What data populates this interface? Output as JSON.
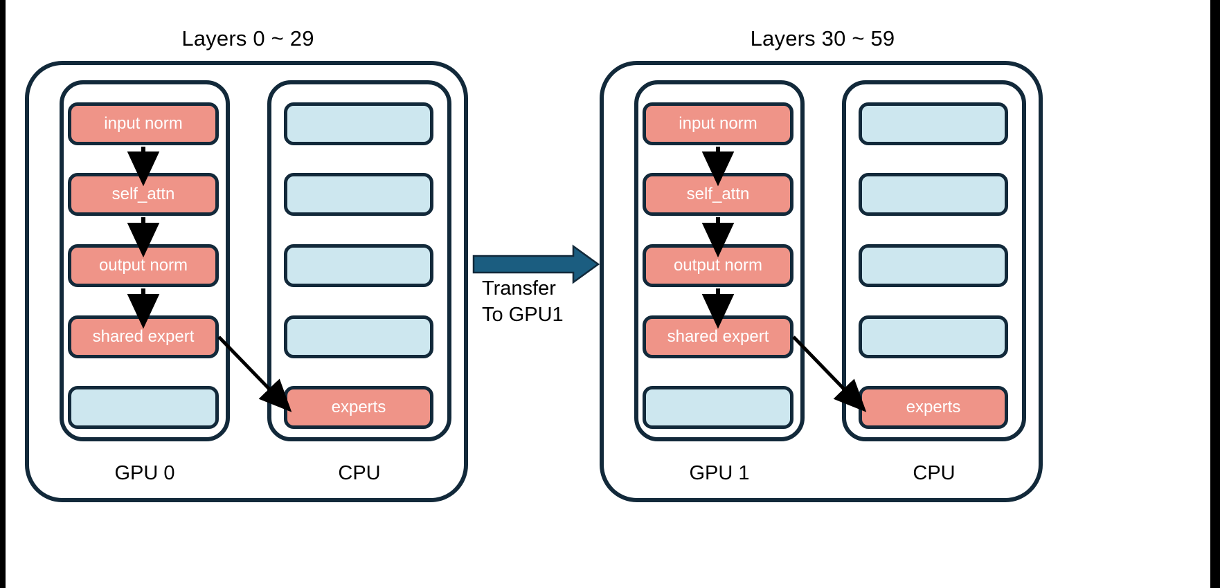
{
  "figure": {
    "background": "#ffffff",
    "frame_color": "#000000",
    "border_color": "#12293a",
    "active_color": "#ef9488",
    "inactive_color": "#cde7ef",
    "transfer_arrow_color": "#1b5d80",
    "flow_arrow_color": "#000000"
  },
  "groups": [
    {
      "title": "Layers 0 ~ 29",
      "devices": [
        {
          "label": "GPU 0",
          "slots": [
            {
              "text": "input norm",
              "state": "pink"
            },
            {
              "text": "self_attn",
              "state": "pink"
            },
            {
              "text": "output norm",
              "state": "pink"
            },
            {
              "text": "shared expert",
              "state": "pink"
            },
            {
              "text": "",
              "state": "blue"
            }
          ]
        },
        {
          "label": "CPU",
          "slots": [
            {
              "text": "",
              "state": "blue"
            },
            {
              "text": "",
              "state": "blue"
            },
            {
              "text": "",
              "state": "blue"
            },
            {
              "text": "",
              "state": "blue"
            },
            {
              "text": "experts",
              "state": "pink"
            }
          ]
        }
      ]
    },
    {
      "title": "Layers 30 ~ 59",
      "devices": [
        {
          "label": "GPU 1",
          "slots": [
            {
              "text": "input norm",
              "state": "pink"
            },
            {
              "text": "self_attn",
              "state": "pink"
            },
            {
              "text": "output norm",
              "state": "pink"
            },
            {
              "text": "shared expert",
              "state": "pink"
            },
            {
              "text": "",
              "state": "blue"
            }
          ]
        },
        {
          "label": "CPU",
          "slots": [
            {
              "text": "",
              "state": "blue"
            },
            {
              "text": "",
              "state": "blue"
            },
            {
              "text": "",
              "state": "blue"
            },
            {
              "text": "",
              "state": "blue"
            },
            {
              "text": "experts",
              "state": "pink"
            }
          ]
        }
      ]
    }
  ],
  "transfer": {
    "caption": "Transfer\nTo GPU1"
  }
}
